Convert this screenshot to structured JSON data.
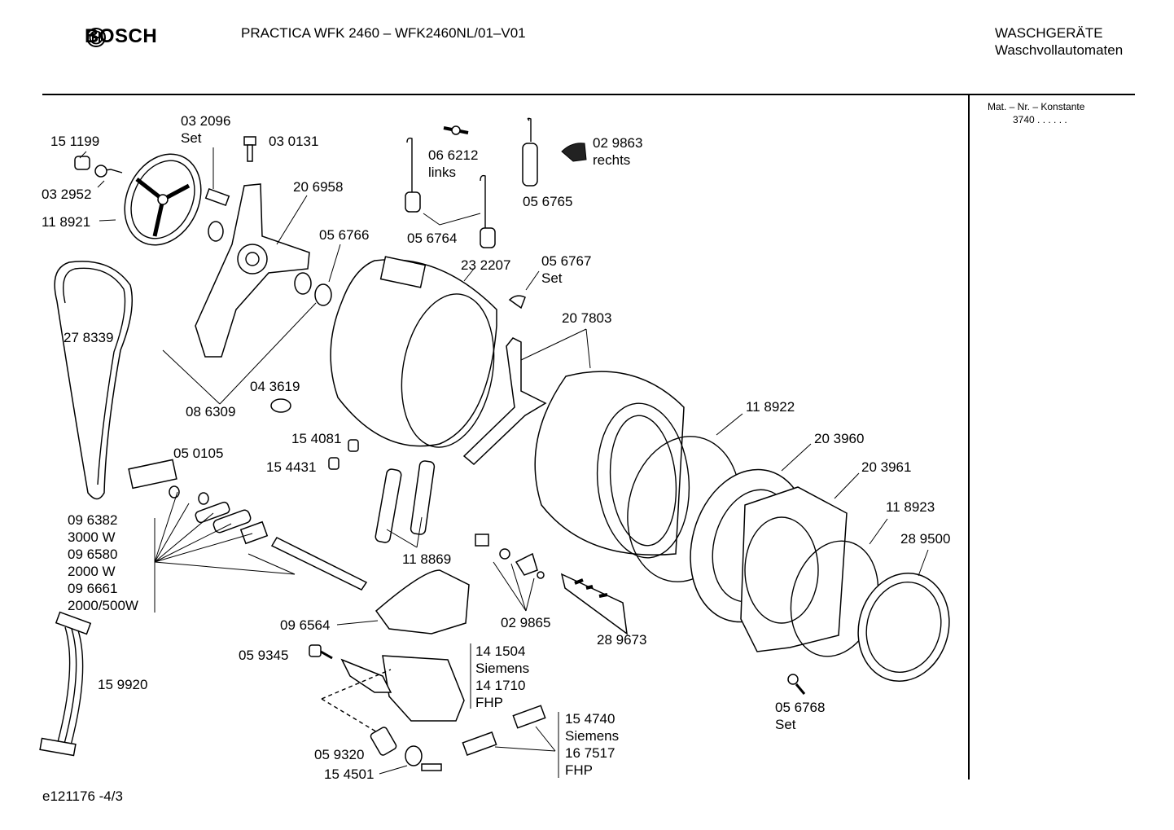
{
  "header": {
    "brand": "BOSCH",
    "model_title": "PRACTICA WFK 2460 – WFK2460NL/01–V01",
    "category_line1": "WASCHGERÄTE",
    "category_line2": "Waschvollautomaten"
  },
  "sidebar": {
    "mat_label": "Mat. – Nr. – Konstante",
    "mat_value": "3740 . . . . . ."
  },
  "footer": {
    "code": "e121176 -4/3"
  },
  "labels": {
    "l151199": "15 1199",
    "l032096": "03 2096",
    "l032096set": "Set",
    "l030131": "03 0131",
    "l032952": "03 2952",
    "l118921": "11 8921",
    "l206958": "20 6958",
    "l066212": "06 6212",
    "l066212links": "links",
    "l056764": "05 6764",
    "l056765": "05 6765",
    "l029863": "02 9863",
    "l029863rechts": "rechts",
    "l056766": "05 6766",
    "l232207": "23 2207",
    "l056767": "05 6767",
    "l056767set": "Set",
    "l278339": "27 8339",
    "l207803": "20 7803",
    "l043619": "04 3619",
    "l086309": "08 6309",
    "l154081": "15 4081",
    "l154431": "15 4431",
    "l050105": "05 0105",
    "l118922": "11 8922",
    "l203960": "20 3960",
    "l203961": "20 3961",
    "l118923": "11 8923",
    "l289500": "28 9500",
    "l096382": "09 6382",
    "l3000w": "3000 W",
    "l096580": "09 6580",
    "l2000w": "2000 W",
    "l096661": "09 6661",
    "l2000500w": "2000/500W",
    "l118869": "11 8869",
    "l096564": "09 6564",
    "l029865": "02 9865",
    "l289673": "28 9673",
    "l059345": "05 9345",
    "l141504": "14 1504",
    "l141504siemens": "Siemens",
    "l141710": "14 1710",
    "l141710fhp": "FHP",
    "l159920": "15 9920",
    "l056768": "05 6768",
    "l056768set": "Set",
    "l154740": "15 4740",
    "l154740siemens": "Siemens",
    "l167517": "16 7517",
    "l167517fhp": "FHP",
    "l059320": "05 9320",
    "l154501": "15 4501"
  }
}
